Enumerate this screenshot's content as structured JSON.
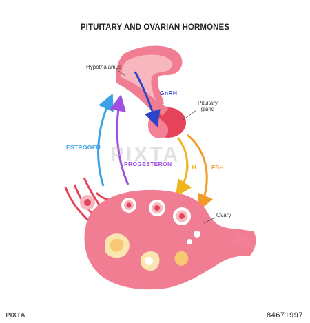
{
  "title": "PITUITARY AND OVARIAN HORMONES",
  "labels": {
    "hypothalamus": "Hypothalamus",
    "pituitary_line1": "Pituitary",
    "pituitary_line2": "gland",
    "ovary": "Ovary"
  },
  "hormones": {
    "gnrh": "GnRH",
    "estrogen": "ESTROGEN",
    "progesterone": "PROGESTERON",
    "lh": "LH",
    "fsh": "FSH"
  },
  "colors": {
    "gnrh": "#2c45c8",
    "estrogen": "#3aa3e6",
    "progesterone": "#a050e0",
    "lh": "#f0b41e",
    "fsh": "#f39b28",
    "tissue_pink": "#f07d92",
    "tissue_light": "#f8b6bf",
    "pituitary_red": "#e4435a"
  },
  "watermark": "PIXTA",
  "footer": {
    "logo": "PIXTA",
    "image_id": "84671997"
  }
}
